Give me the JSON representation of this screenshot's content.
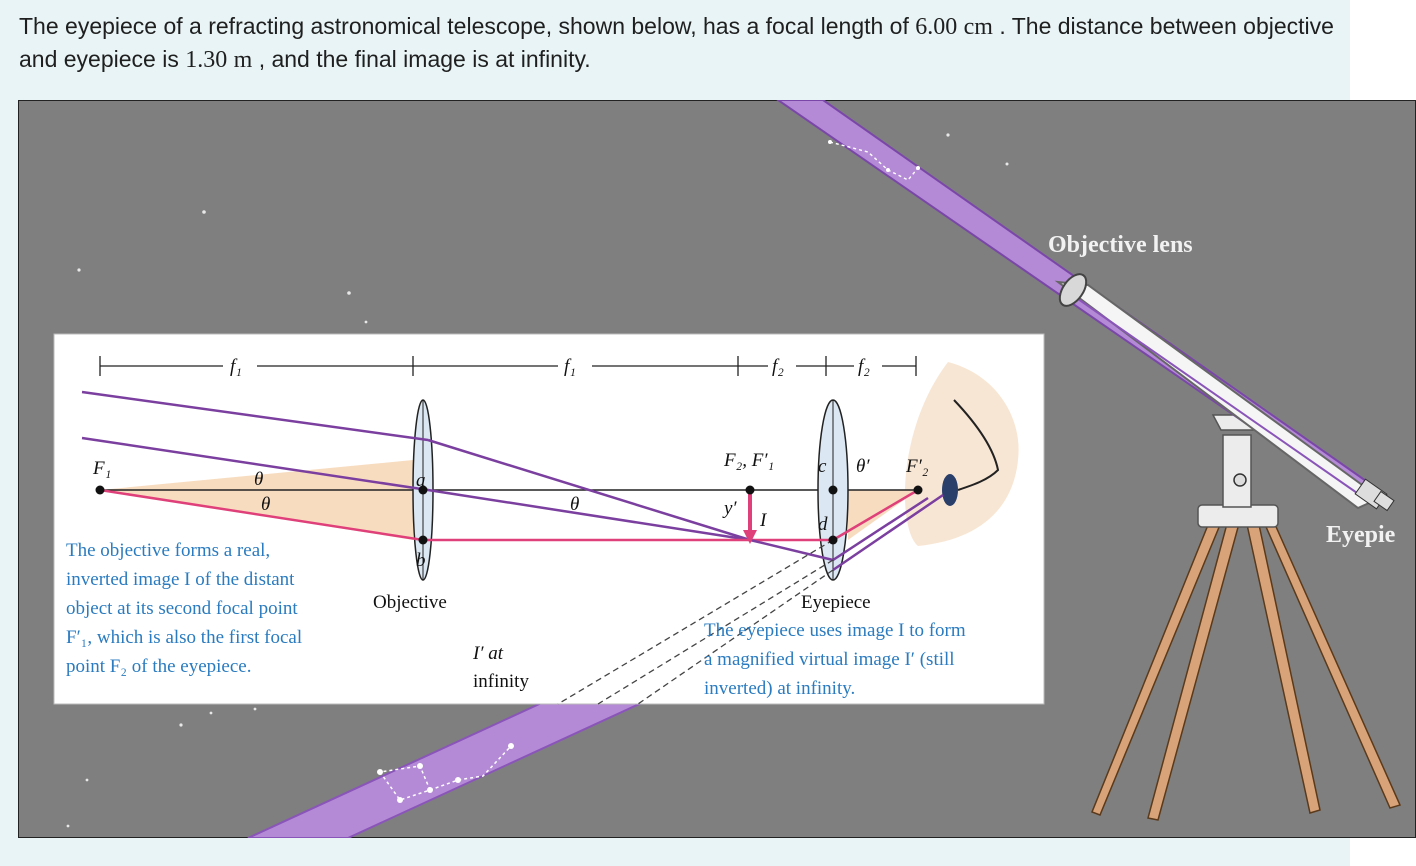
{
  "question": {
    "part1": "The eyepiece of a refracting astronomical telescope, shown below, has a focal length of ",
    "focal_value": "6.00",
    "focal_unit": "cm",
    "part2": ". The distance between objective and eyepiece is ",
    "distance_value": "1.30",
    "distance_unit": "m",
    "part3": ", and the final image is at infinity."
  },
  "figure": {
    "objective_lens_label": "Objective lens",
    "eyepiece_label_cut": "Eyepie",
    "f1": "f₁",
    "f2": "f₂",
    "F1": "F₁",
    "F2F1p": "F₂, F′₁",
    "F2p": "F′₂",
    "theta": "θ",
    "theta_prime": "θ′",
    "a": "a",
    "b": "b",
    "c": "c",
    "d": "d",
    "y_prime": "y′",
    "I": "I",
    "objective": "Objective",
    "eyepiece": "Eyepiece",
    "i_prime_at": "I′ at",
    "infinity": "infinity",
    "note_objective": [
      "The objective forms a real,",
      "inverted image I of the distant",
      "object at its second focal point",
      "F′₁, which is also the first focal",
      "point F₂ of the eyepiece."
    ],
    "note_eyepiece": [
      "The eyepiece uses image I to form",
      "a magnified virtual image I′ (still",
      "inverted) at infinity."
    ],
    "colors": {
      "background": "#7f7f7f",
      "ray_purple": "#7b3fa0",
      "ray_pink": "#e0407a",
      "tube": "#b48ad6",
      "note_blue": "#2a7bbf"
    }
  }
}
